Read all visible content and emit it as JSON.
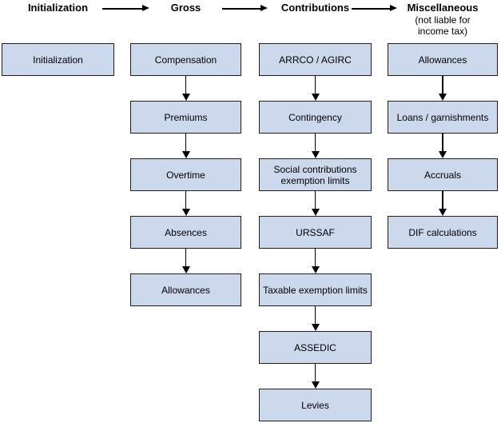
{
  "diagram": {
    "stages": [
      {
        "header": "Initialization",
        "subheader": "",
        "boxes": [
          "Initialization"
        ]
      },
      {
        "header": "Gross",
        "subheader": "",
        "boxes": [
          "Compensation",
          "Premiums",
          "Overtime",
          "Absences",
          "Allowances"
        ]
      },
      {
        "header": "Contributions",
        "subheader": "",
        "boxes": [
          "ARRCO / AGIRC",
          "Contingency",
          "Social contributions exemption limits",
          "URSSAF",
          "Taxable exemption limits",
          "ASSEDIC",
          "Levies"
        ]
      },
      {
        "header": "Miscellaneous",
        "subheader": "(not liable for income tax)",
        "boxes": [
          "Allowances",
          "Loans / garnishments",
          "Accruals",
          "DIF calculations"
        ]
      }
    ],
    "colors": {
      "background": "#ffffff",
      "box_fill": "#ccd8ec",
      "box_border": "#1f1f1f",
      "arrow": "#000000",
      "text": "#000000"
    }
  }
}
